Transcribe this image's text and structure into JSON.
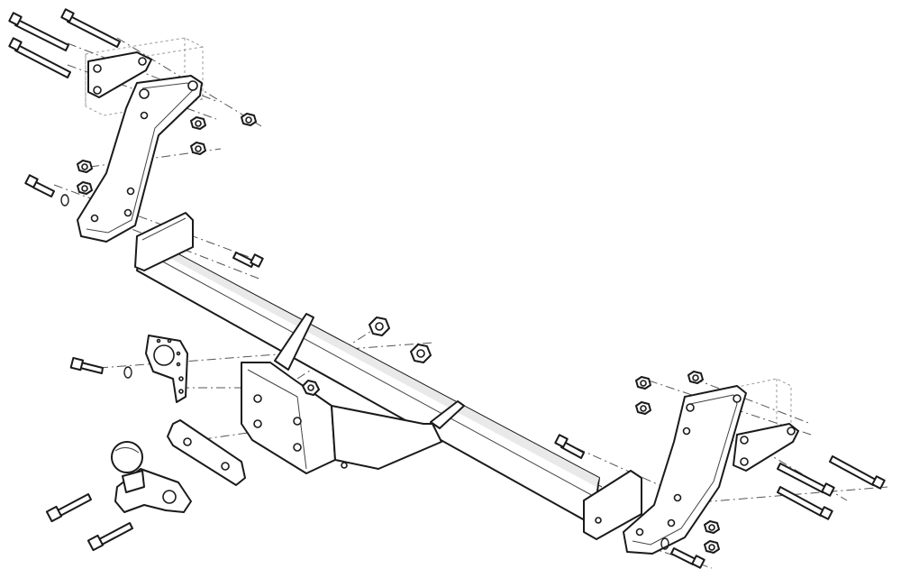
{
  "diagram": {
    "type": "exploded-assembly-drawing",
    "parts": [
      "tow-bar-cross-beam",
      "left-side-bracket",
      "right-side-bracket",
      "left-spacer-plate",
      "right-spacer-plate",
      "ball-mount-plate",
      "tow-ball",
      "electrical-socket-plate",
      "backing-strip",
      "bolts",
      "nuts",
      "washers"
    ]
  }
}
